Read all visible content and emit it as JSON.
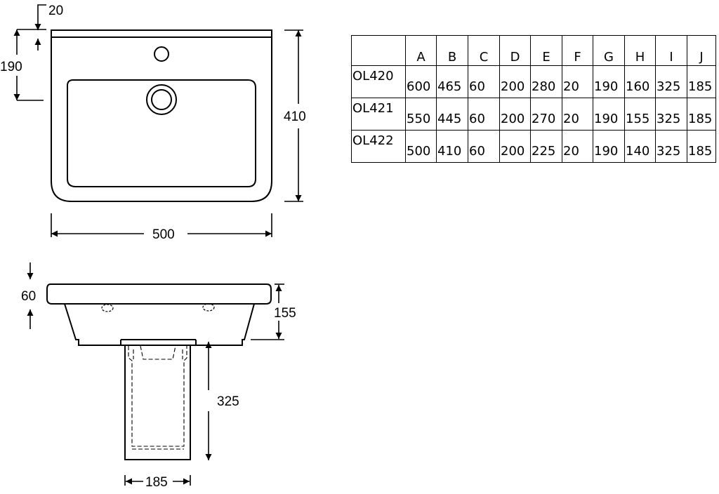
{
  "dimensions": {
    "top_offset": "20",
    "tap_hole_depth": "190",
    "height": "410",
    "width": "500",
    "rim_height": "60",
    "bowl_depth": "155",
    "pedestal_height": "325",
    "pedestal_width": "185"
  },
  "table": {
    "headers": [
      "",
      "A",
      "B",
      "C",
      "D",
      "E",
      "F",
      "G",
      "H",
      "I",
      "J"
    ],
    "rows": [
      [
        "OL420",
        "600",
        "465",
        "60",
        "200",
        "280",
        "20",
        "190",
        "160",
        "325",
        "185"
      ],
      [
        "OL421",
        "550",
        "445",
        "60",
        "200",
        "270",
        "20",
        "190",
        "155",
        "325",
        "185"
      ],
      [
        "OL422",
        "500",
        "410",
        "60",
        "200",
        "225",
        "20",
        "190",
        "140",
        "325",
        "185"
      ]
    ]
  }
}
